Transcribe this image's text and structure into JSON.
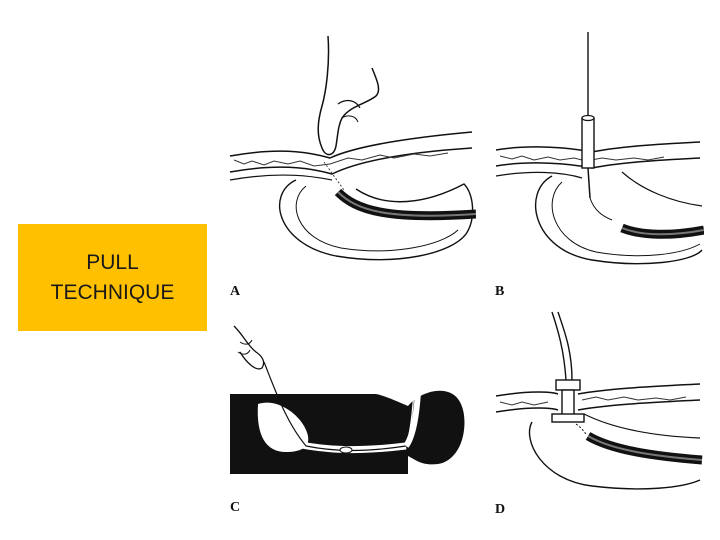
{
  "title": {
    "line1": "PULL",
    "line2": "TECHNIQUE"
  },
  "panels": [
    {
      "label": "A"
    },
    {
      "label": "B"
    },
    {
      "label": "C"
    },
    {
      "label": "D"
    }
  ],
  "colors": {
    "title_box": "#ffc000",
    "ink": "#111111"
  }
}
